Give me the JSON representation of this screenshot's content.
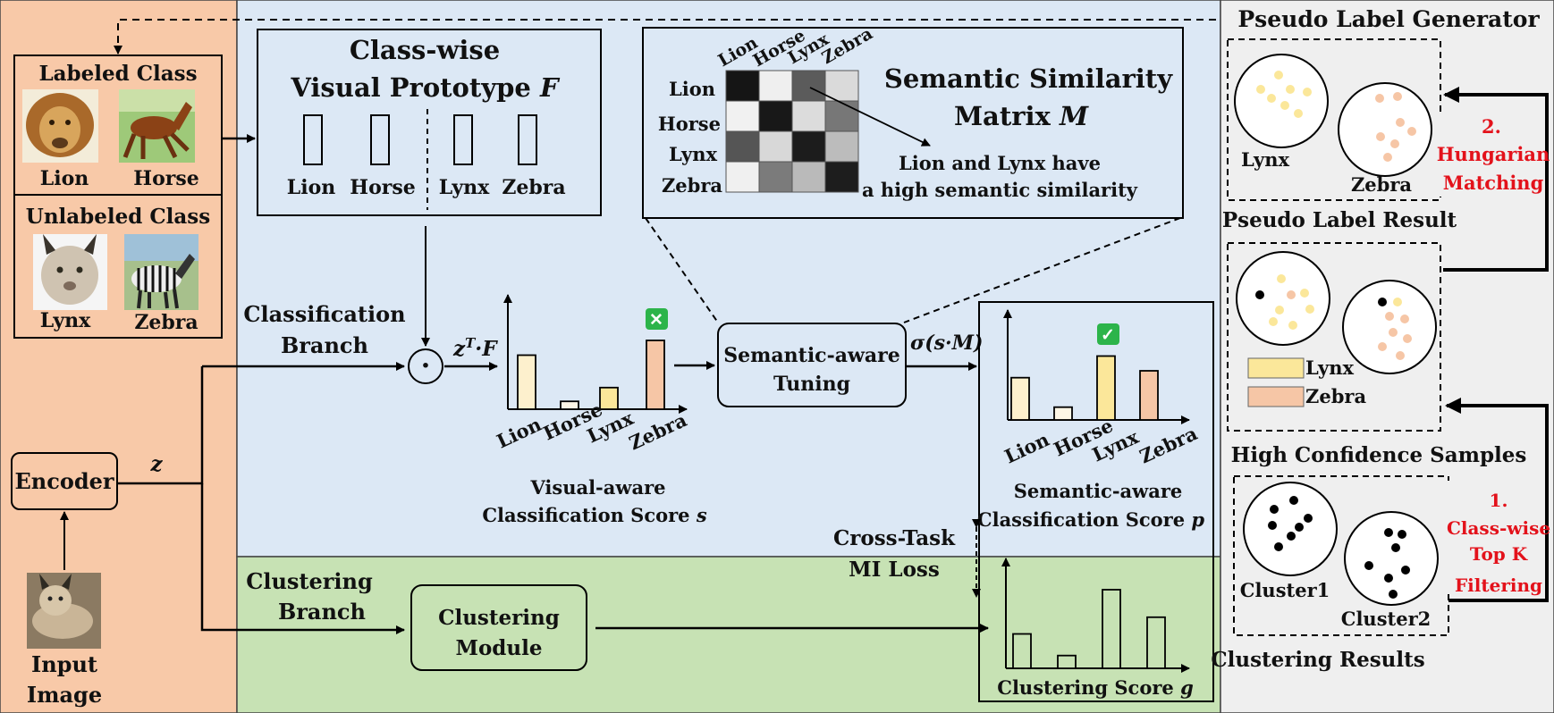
{
  "left_panel": {
    "labeled_title": "Labeled Class",
    "unlabeled_title": "Unlabeled Class",
    "lion": "Lion",
    "horse": "Horse",
    "lynx": "Lynx",
    "zebra": "Zebra",
    "encoder": "Encoder",
    "z": "z",
    "input_line1": "Input",
    "input_line2": "Image",
    "colors": {
      "panel": "#f8c9a8"
    }
  },
  "prototype": {
    "title_line1": "Class-wise",
    "title_line2": "Visual Prototype",
    "title_symbol": "F",
    "labels": [
      "Lion",
      "Horse",
      "Lynx",
      "Zebra"
    ]
  },
  "similarity": {
    "title_line1": "Semantic Similarity",
    "title_line2": "Matrix",
    "title_symbol": "M",
    "col_labels": [
      "Lion",
      "Horse",
      "Lynx",
      "Zebra"
    ],
    "row_labels": [
      "Lion",
      "Horse",
      "Lynx",
      "Zebra"
    ],
    "note_line1": "Lion and Lynx have",
    "note_line2": "a high semantic similarity",
    "cells": [
      [
        "#151515",
        "#efefef",
        "#5b5b5b",
        "#dadada"
      ],
      [
        "#f1f1f1",
        "#181818",
        "#dcdcdc",
        "#777777"
      ],
      [
        "#555555",
        "#d8d8d8",
        "#1c1c1c",
        "#bcbcbc"
      ],
      [
        "#f0f0f0",
        "#7b7b7b",
        "#bababa",
        "#1d1d1d"
      ]
    ]
  },
  "classification": {
    "branch_line1": "Classification",
    "branch_line2": "Branch",
    "dot": "·",
    "zf_base": "z",
    "zf_sup": "T",
    "zf_rest": "·F",
    "visual_caption_line1": "Visual-aware",
    "visual_caption_line2": "Classification Score",
    "visual_caption_symbol": "s",
    "tuning_line1": "Semantic-aware",
    "tuning_line2": "Tuning",
    "sigma": "σ(s·M)",
    "semantic_caption_line1": "Semantic-aware",
    "semantic_caption_line2": "Classification Score",
    "semantic_caption_symbol": "p",
    "cross_task_line1": "Cross-Task",
    "cross_task_line2": "MI Loss",
    "wrong_mark": "✕",
    "right_mark": "✓"
  },
  "clustering": {
    "branch_line1": "Clustering",
    "branch_line2": "Branch",
    "module_line1": "Clustering",
    "module_line2": "Module",
    "score_caption": "Clustering Score",
    "score_symbol": "g"
  },
  "pseudo": {
    "title": "Pseudo Label Generator",
    "lynx": "Lynx",
    "zebra": "Zebra",
    "result_title": "Pseudo Label Result",
    "legend_lynx": "Lynx",
    "legend_zebra": "Zebra",
    "high_conf": "High Confidence Samples",
    "cluster1": "Cluster1",
    "cluster2": "Cluster2",
    "clustering_results": "Clustering Results",
    "step2_line1": "2.",
    "step2_line2": "Hungarian",
    "step2_line3": "Matching",
    "step1_line1": "1.",
    "step1_line2": "Class-wise",
    "step1_line3": "Top K",
    "step1_line4": "Filtering",
    "colors": {
      "lynx": "#fbe79a",
      "zebra": "#f6c6a6"
    }
  },
  "chart_data": [
    {
      "type": "bar",
      "categories": [
        "Lion",
        "Horse",
        "Lynx",
        "Zebra"
      ],
      "values": [
        0.55,
        0.08,
        0.22,
        0.7
      ],
      "ylim": [
        0,
        1
      ],
      "colors": [
        "#fdf0cd",
        "#fdf6e6",
        "#fbe79a",
        "#f6c6a6"
      ]
    },
    {
      "type": "bar",
      "categories": [
        "Lion",
        "Horse",
        "Lynx",
        "Zebra"
      ],
      "values": [
        0.43,
        0.13,
        0.65,
        0.5
      ],
      "ylim": [
        0,
        1
      ],
      "colors": [
        "#fdf0cd",
        "#fdf6e6",
        "#fbe79a",
        "#f6c6a6"
      ]
    },
    {
      "type": "bar",
      "categories": [
        "",
        "",
        "",
        ""
      ],
      "values": [
        0.35,
        0.13,
        0.8,
        0.52
      ],
      "ylim": [
        0,
        1
      ],
      "colors": [
        "#c7e2b4",
        "#c7e2b4",
        "#c7e2b4",
        "#c7e2b4"
      ]
    }
  ]
}
